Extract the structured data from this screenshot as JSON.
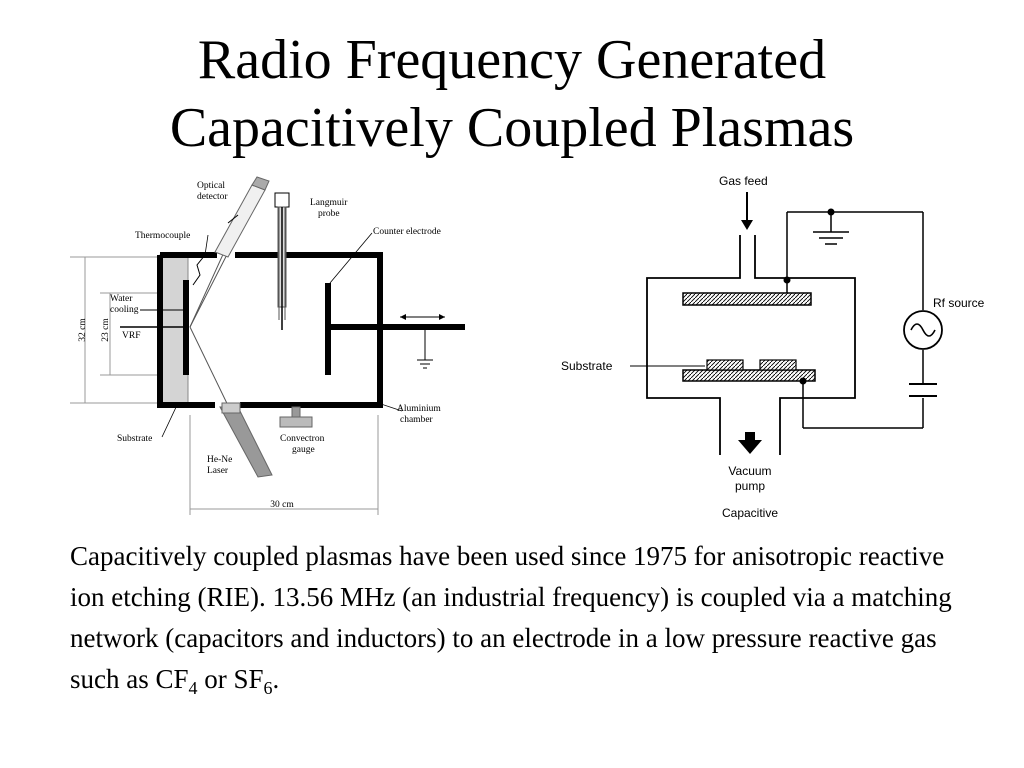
{
  "slide": {
    "title_line1": "Radio Frequency Generated",
    "title_line2": "Capacitively Coupled Plasmas",
    "body": {
      "t1": "Capacitively coupled plasmas have been used since 1975 for anisotropic reactive ion etching (RIE). 13.56 MHz (an industrial frequency) is coupled via a matching network (capacitors and inductors) to an electrode in a low pressure reactive gas such as CF",
      "sub1": "4",
      "t2": " or SF",
      "sub2": "6",
      "t3": "."
    }
  },
  "left_diagram": {
    "labels": {
      "optical_detector_1": "Optical",
      "optical_detector_2": "detector",
      "langmuir_probe_1": "Langmuir",
      "langmuir_probe_2": "probe",
      "counter_electrode": "Counter electrode",
      "thermocouple": "Thermocouple",
      "water_cooling_1": "Water",
      "water_cooling_2": "cooling",
      "vrf": "VRF",
      "dim_32": "32 cm",
      "dim_23": "23 cm",
      "aluminium_chamber_1": "Aluminium",
      "aluminium_chamber_2": "chamber",
      "substrate": "Substrate",
      "convectron_gauge_1": "Convectron",
      "convectron_gauge_2": "gauge",
      "laser_1": "He-Ne",
      "laser_2": "Laser",
      "dim_30": "30 cm"
    }
  },
  "right_diagram": {
    "labels": {
      "gas_feed": "Gas feed",
      "rf_source": "Rf source",
      "substrate": "Substrate",
      "vacuum_pump_1": "Vacuum",
      "vacuum_pump_2": "pump",
      "capacitive": "Capacitive"
    }
  }
}
